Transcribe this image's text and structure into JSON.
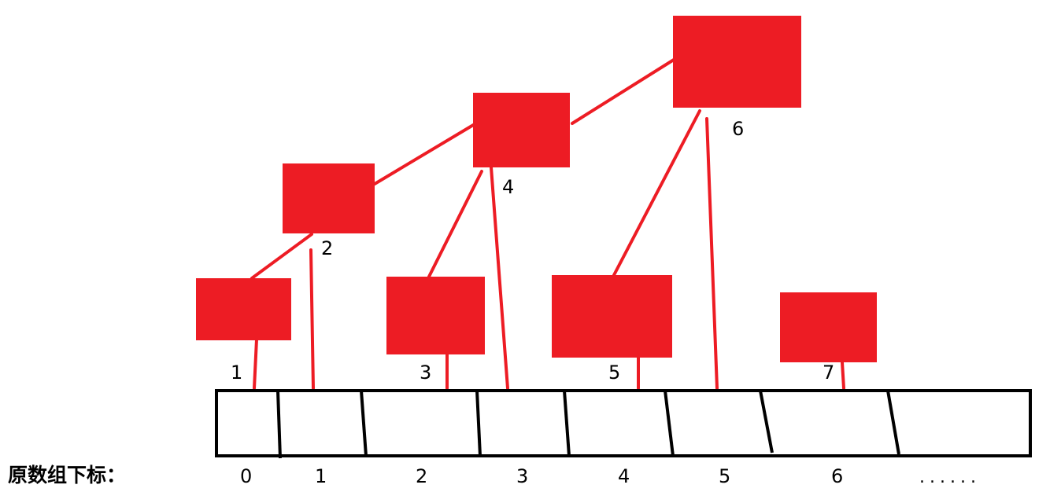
{
  "caption": "原数组下标：",
  "indices": [
    "0",
    "1",
    "2",
    "3",
    "4",
    "5",
    "6"
  ],
  "ellipsis": "......",
  "nodes": [
    {
      "id": "1",
      "label": "1"
    },
    {
      "id": "2",
      "label": "2"
    },
    {
      "id": "3",
      "label": "3"
    },
    {
      "id": "4",
      "label": "4"
    },
    {
      "id": "5",
      "label": "5"
    },
    {
      "id": "6",
      "label": "6"
    },
    {
      "id": "7",
      "label": "7"
    }
  ],
  "colors": {
    "node_fill": "#ed1c24",
    "edge": "#ed1c24",
    "array_outline": "#000000"
  }
}
